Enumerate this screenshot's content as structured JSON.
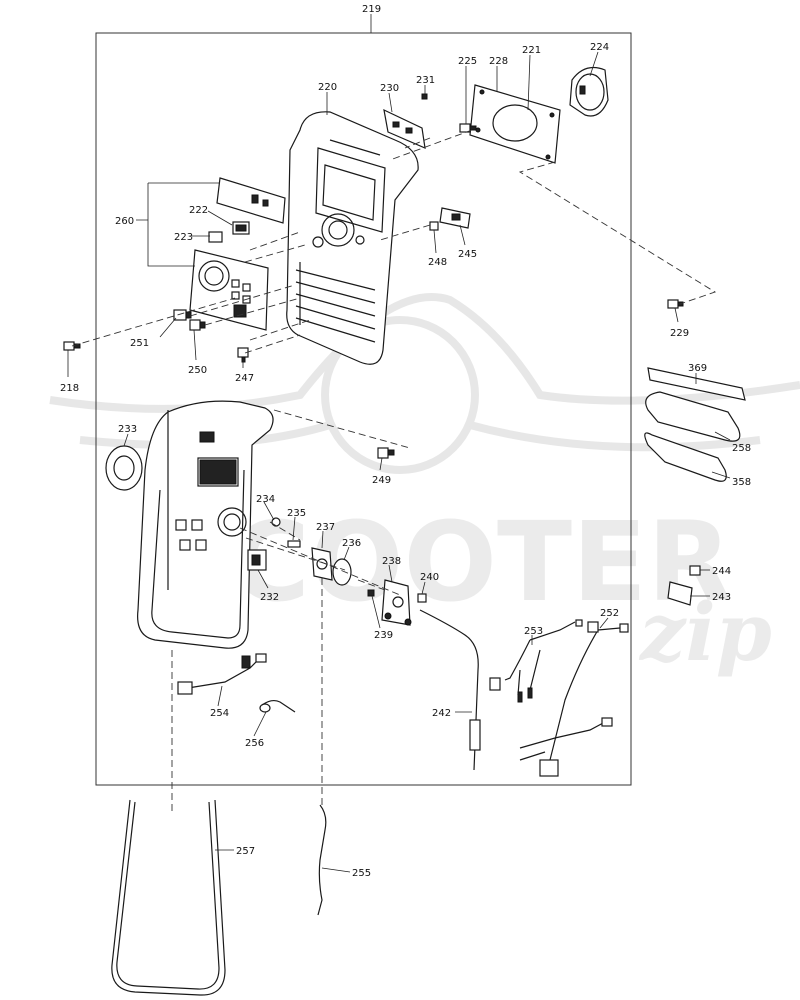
{
  "watermark": {
    "text1": "SCOOTER",
    "text2": "zip"
  },
  "labels": {
    "p219": "219",
    "p220": "220",
    "p221": "221",
    "p222": "222",
    "p223": "223",
    "p224": "224",
    "p225": "225",
    "p228": "228",
    "p229": "229",
    "p230": "230",
    "p231": "231",
    "p232": "232",
    "p233": "233",
    "p234": "234",
    "p235": "235",
    "p236": "236",
    "p237": "237",
    "p238": "238",
    "p239": "239",
    "p240": "240",
    "p242": "242",
    "p243": "243",
    "p244": "244",
    "p245": "245",
    "p247": "247",
    "p248": "248",
    "p249": "249",
    "p250": "250",
    "p251": "251",
    "p252": "252",
    "p253": "253",
    "p254": "254",
    "p255": "255",
    "p256": "256",
    "p257": "257",
    "p258": "258",
    "p260": "260",
    "p218": "218",
    "p358": "358",
    "p369": "369"
  }
}
